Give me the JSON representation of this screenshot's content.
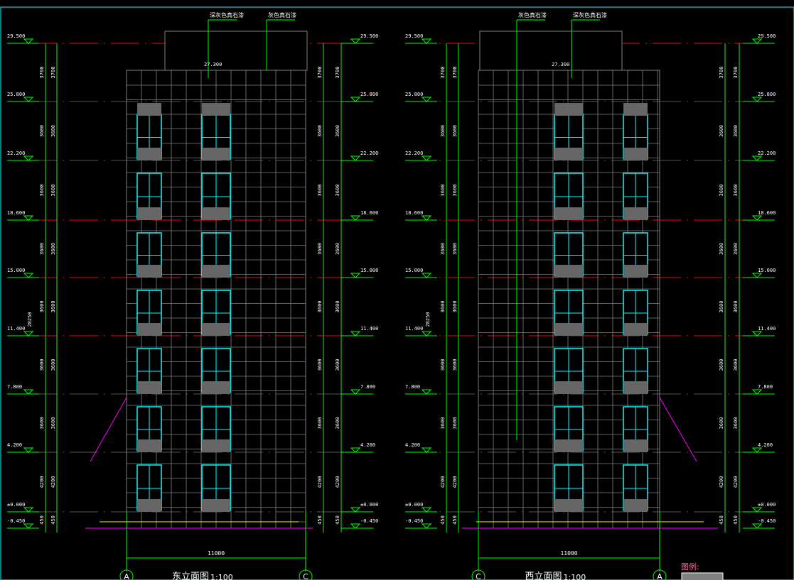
{
  "drawings": [
    {
      "id": "east",
      "title": "东立面图",
      "scale": "1:100",
      "axis_left": "A",
      "axis_right": "C",
      "width_dim": "11000",
      "material_labels": [
        "深灰色真石漆",
        "灰色真石漆"
      ],
      "roof_level": "27.300"
    },
    {
      "id": "west",
      "title": "西立面图",
      "scale": "1:100",
      "axis_left": "C",
      "axis_right": "A",
      "width_dim": "11000",
      "material_labels": [
        "灰色真石漆",
        "深灰色真石漆"
      ],
      "roof_level": "27.300"
    }
  ],
  "levels": [
    {
      "label": "29.500",
      "value": 29.5
    },
    {
      "label": "25.800",
      "value": 25.8
    },
    {
      "label": "22.200",
      "value": 22.2
    },
    {
      "label": "18.600",
      "value": 18.6
    },
    {
      "label": "15.000",
      "value": 15.0
    },
    {
      "label": "11.400",
      "value": 11.4
    },
    {
      "label": "7.800",
      "value": 7.8
    },
    {
      "label": "4.200",
      "value": 4.2
    },
    {
      "label": "±0.000",
      "value": 0
    },
    {
      "label": "-0.450",
      "value": -0.45
    }
  ],
  "floor_dims": [
    "3700",
    "3600",
    "3600",
    "3600",
    "3600",
    "3600",
    "3600",
    "4200",
    "450"
  ],
  "total_height_dim": "28250",
  "legend_label": "图例:",
  "colors": {
    "background": "#000000",
    "dim": "#00ff00",
    "axis": "#ff0000",
    "grid": "#808080",
    "window": "#00ffff",
    "frame": "#ffcc66",
    "ground": "#ff00ff",
    "legend": "#ff6699"
  }
}
